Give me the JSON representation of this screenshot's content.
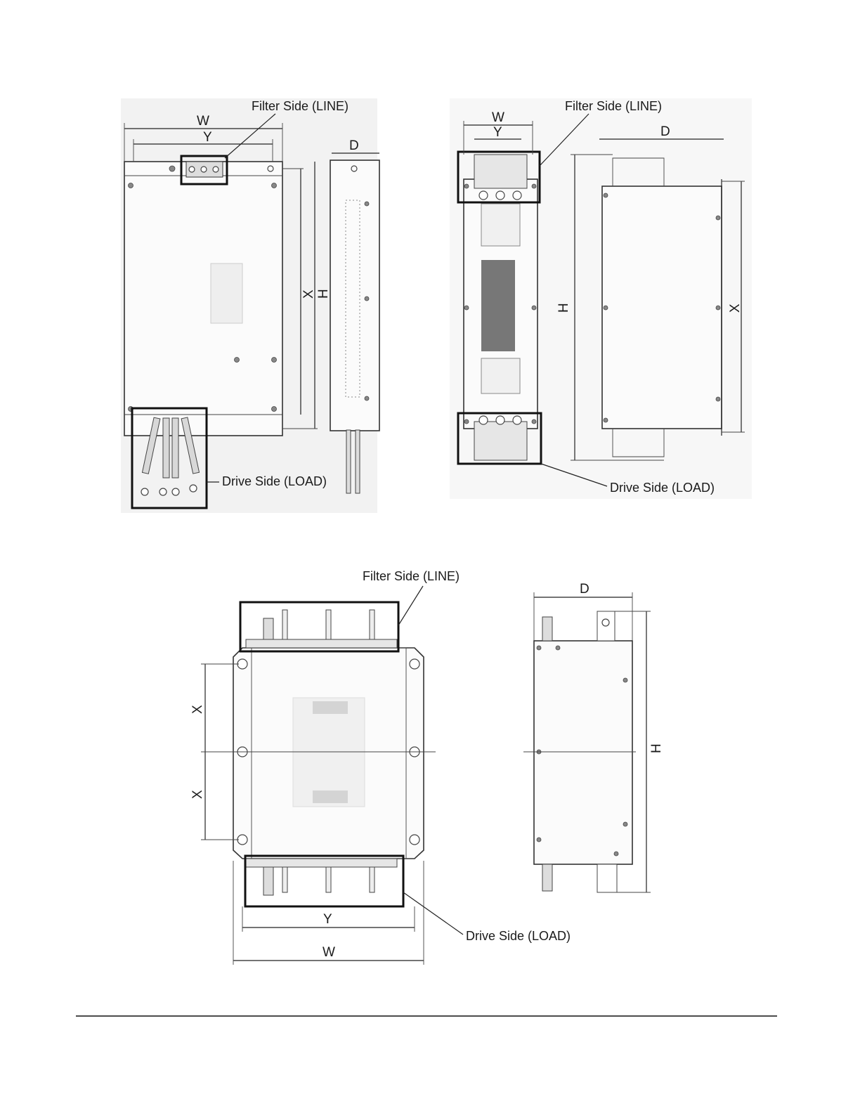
{
  "labels": {
    "filter_side": "Filter Side (LINE)",
    "drive_side": "Drive Side (LOAD)"
  },
  "dimensions": {
    "W": "W",
    "Y": "Y",
    "D": "D",
    "X": "X",
    "H": "H"
  },
  "colors": {
    "outline": "#222222",
    "highlight_box": "#111111",
    "background": "#ffffff"
  }
}
